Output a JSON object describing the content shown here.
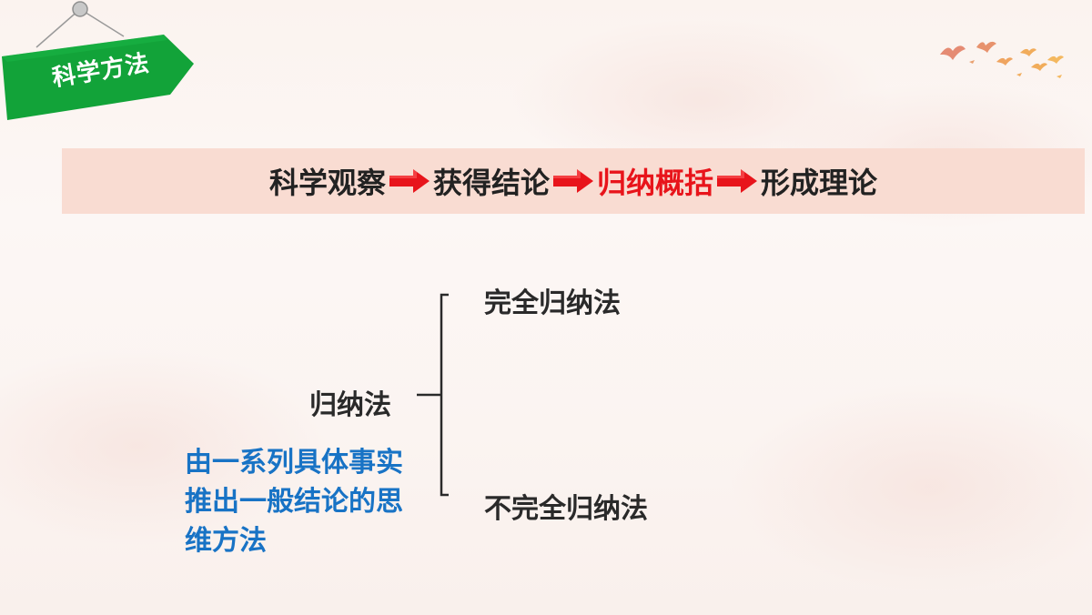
{
  "tag": {
    "title": "科学方法",
    "color": "#12a339"
  },
  "process": {
    "steps": [
      {
        "label": "科学观察",
        "highlight": false
      },
      {
        "label": "获得结论",
        "highlight": false
      },
      {
        "label": "归纳概括",
        "highlight": true
      },
      {
        "label": "形成理论",
        "highlight": false
      }
    ],
    "arrow_color": "#e8141b",
    "highlight_color": "#e8141b"
  },
  "induction": {
    "root": "归纳法",
    "branches": [
      "完全归纳法",
      "不完全归纳法"
    ],
    "definition": "由一系列具体事实推出一般结论的思维方法",
    "definition_color": "#1873c5"
  }
}
